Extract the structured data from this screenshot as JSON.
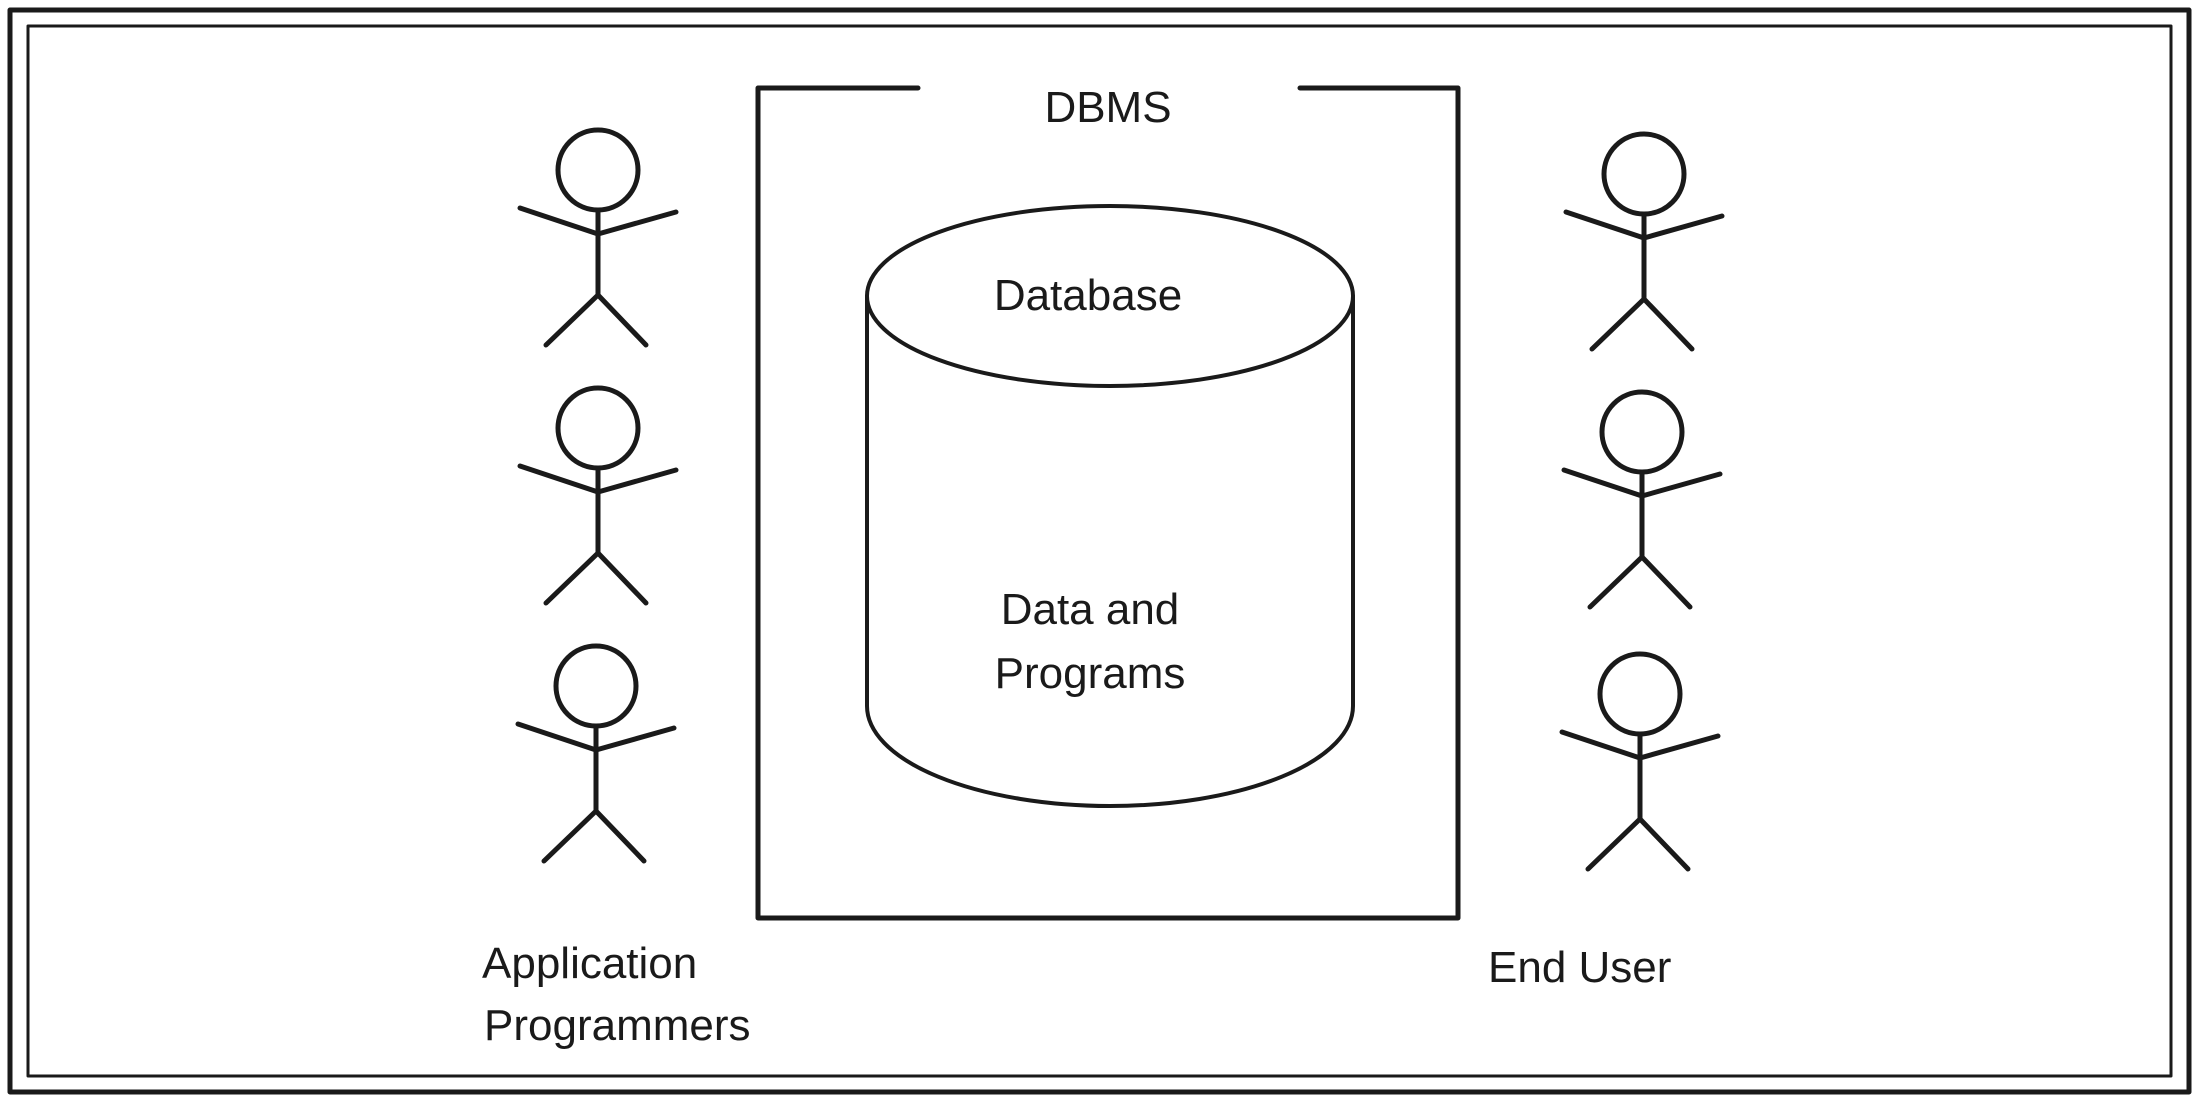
{
  "diagram": {
    "dbms_label": "DBMS",
    "database_label": "Database",
    "contents_line1": "Data and",
    "contents_line2": "Programs",
    "left_group": {
      "label_line1": "Application",
      "label_line2": "Programmers",
      "figure_count": 3
    },
    "right_group": {
      "label_line1": "End User",
      "figure_count": 3
    }
  }
}
